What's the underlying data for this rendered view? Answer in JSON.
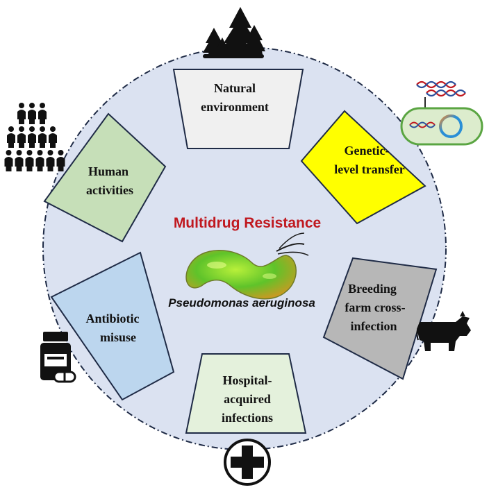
{
  "center": {
    "title": "Multidrug Resistance",
    "subtitle": "Pseudomonas aeruginosa"
  },
  "factors": {
    "natural": {
      "line1": "Natural",
      "line2": "environment"
    },
    "genetic": {
      "line1": "Genetic-",
      "line2": "level transfer"
    },
    "breeding": {
      "line1": "Breeding",
      "line2": "farm cross-",
      "line3": "infection"
    },
    "hospital": {
      "line1": "Hospital-",
      "line2": "acquired",
      "line3": "infections"
    },
    "antibiotic": {
      "line1": "Antibiotic",
      "line2": "misuse"
    },
    "human": {
      "line1": "Human",
      "line2": "activities"
    }
  },
  "colors": {
    "circle_fill": "#dbe2f1",
    "title": "#c0181f",
    "natural": "#f0f0f0",
    "genetic": "#ffff00",
    "breeding": "#b7b7b7",
    "hospital": "#e4f1dc",
    "antibiotic": "#bcd6ee",
    "human": "#c6dfb8"
  },
  "icons": {
    "top": "forest-icon",
    "top_right": "dna-plasmid-bacterium-icon",
    "right": "cow-icon",
    "bottom": "medical-cross-icon",
    "left": "medicine-bottle-icon",
    "top_left": "crowd-people-icon",
    "center": "bacterium-icon"
  }
}
